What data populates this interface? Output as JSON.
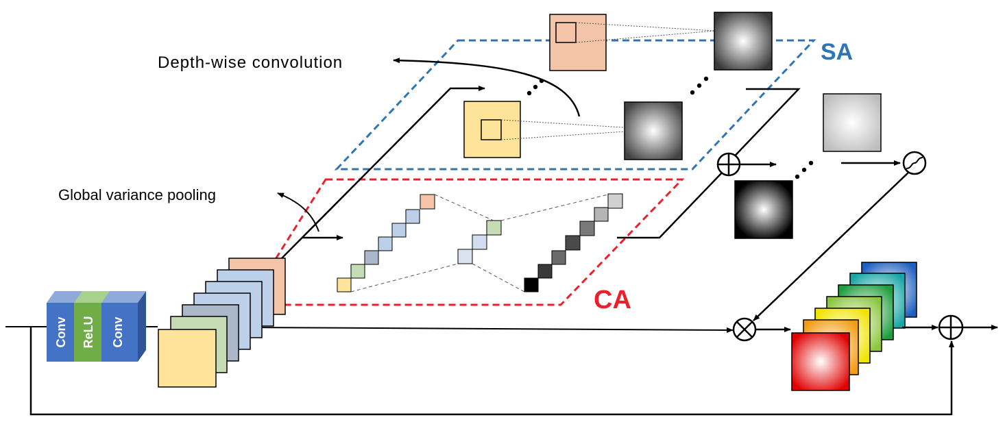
{
  "labels": {
    "depthwise": "Depth-wise convolution",
    "gvp": "Global variance pooling",
    "sa": "SA",
    "ca": "CA"
  },
  "block": {
    "layer1": "Conv",
    "layer2": "ReLU",
    "layer3": "Conv"
  },
  "colors": {
    "sa_box": "#2e75b6",
    "ca_box": "#e8212b",
    "conv_blue": "#4472c4",
    "relu_green": "#70ad47",
    "line": "#000000"
  },
  "icons": {
    "sum": "circle-plus-icon",
    "product": "circle-times-icon",
    "sigmoid": "sigmoid-icon",
    "ellipsis": "ellipsis-icon"
  }
}
